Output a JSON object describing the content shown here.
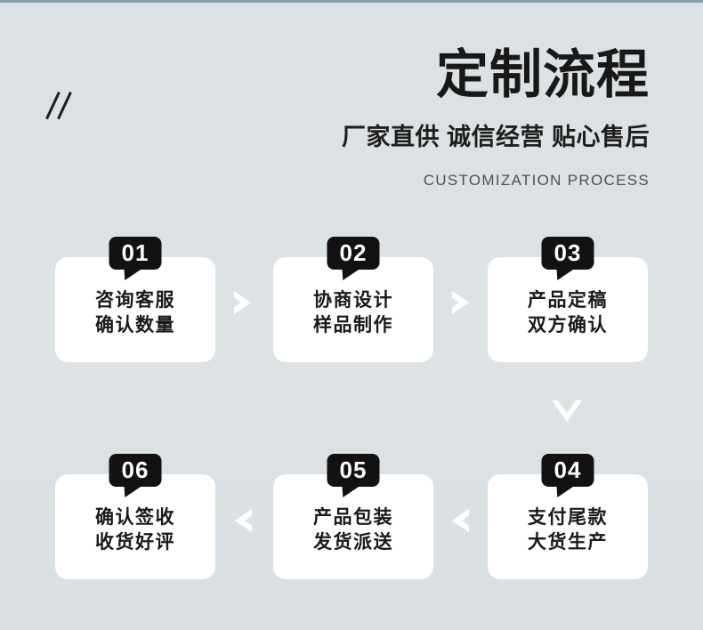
{
  "page": {
    "background_color": "#dce2e5",
    "top_bar_color": "#87a1ae",
    "badge_color": "#121212",
    "card_color": "#ffffff",
    "arrow_color": "#ffffff"
  },
  "header": {
    "decoration": "//",
    "title": "定制流程",
    "subtitle": "厂家直供 诚信经营 贴心售后",
    "subtitle_en": "CUSTOMIZATION PROCESS"
  },
  "process": {
    "steps": [
      {
        "number": "01",
        "line1": "咨询客服",
        "line2": "确认数量"
      },
      {
        "number": "02",
        "line1": "协商设计",
        "line2": "样品制作"
      },
      {
        "number": "03",
        "line1": "产品定稿",
        "line2": "双方确认"
      },
      {
        "number": "04",
        "line1": "支付尾款",
        "line2": "大货生产"
      },
      {
        "number": "05",
        "line1": "产品包装",
        "line2": "发货派送"
      },
      {
        "number": "06",
        "line1": "确认签收",
        "line2": "收货好评"
      }
    ],
    "arrows": [
      {
        "from": "01",
        "to": "02",
        "direction": "right"
      },
      {
        "from": "02",
        "to": "03",
        "direction": "right"
      },
      {
        "from": "03",
        "to": "04",
        "direction": "down"
      },
      {
        "from": "04",
        "to": "05",
        "direction": "left"
      },
      {
        "from": "05",
        "to": "06",
        "direction": "left"
      }
    ]
  }
}
